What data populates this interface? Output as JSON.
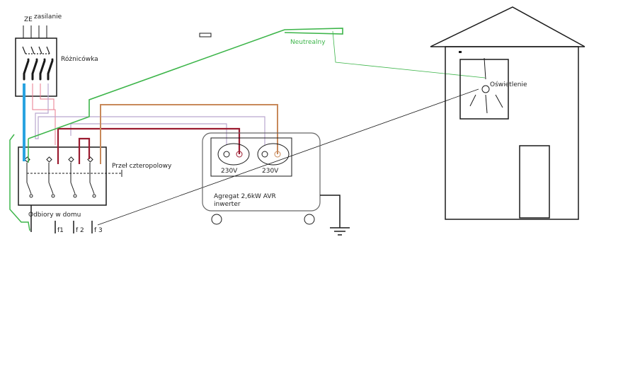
{
  "labels": {
    "ze": "ZE",
    "zasilanie": "zasilanie",
    "roznicowka": "Różnicówka",
    "neutrealny": "Neutrealny",
    "oswietlenie": "Oświetlenie",
    "przel": "Przeł czteropolowy",
    "socket1": "230V",
    "socket2": "230V",
    "agregat_line1": "Agregat 2,6kW AVR",
    "agregat_line2": "inwerter",
    "odbiory": "Odbiory w domu",
    "f1": "f1",
    "f2": "f 2",
    "f3": "f 3"
  },
  "colors": {
    "stroke": "#1a1a1a",
    "green": "#3db54a",
    "blue": "#29a3e0",
    "darkred": "#9b1b30",
    "brown": "#c8895a",
    "pink": "#e87a8c",
    "lilac": "#b9a6cf",
    "gray": "#666666"
  }
}
